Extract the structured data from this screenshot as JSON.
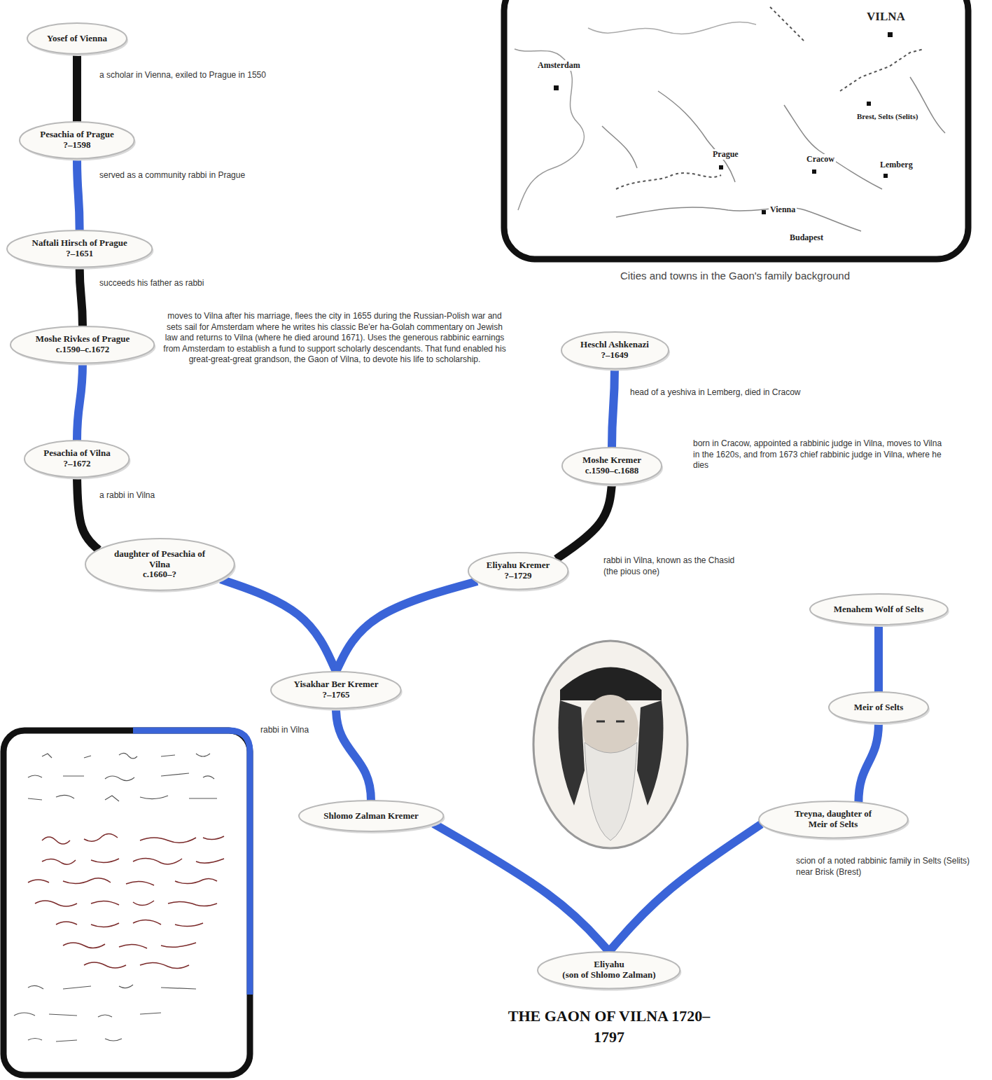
{
  "diagram": {
    "title": "THE GAON OF VILNA 1720–1797",
    "caption": "Cities and towns in the Gaon's family background",
    "nodes": [
      {
        "text": [
          "Yosef of Vienna"
        ]
      },
      {
        "text": [
          "Pesachia of Prague",
          "?–1598"
        ]
      },
      {
        "text": [
          "Naftali Hirsch of Prague",
          "?–1651"
        ]
      },
      {
        "text": [
          "Moshe Rivkes of Prague",
          "c.1590–c.1672"
        ]
      },
      {
        "text": [
          "Pesachia of Vilna",
          "?–1672"
        ]
      },
      {
        "text": [
          "daughter of Pesachia of Vilna",
          "c.1660–?"
        ]
      },
      {
        "text": [
          "Heschl Ashkenazi",
          "?–1649"
        ]
      },
      {
        "text": [
          "Moshe Kremer",
          "c.1590–c.1688"
        ]
      },
      {
        "text": [
          "Eliyahu Kremer",
          "?–1729"
        ]
      },
      {
        "text": [
          "Yisakhar Ber Kremer",
          "?–1765"
        ]
      },
      {
        "text": [
          "Shlomo Zalman Kremer"
        ]
      },
      {
        "text": [
          "Menahem Wolf of Selts"
        ]
      },
      {
        "text": [
          "Meir of Selts"
        ]
      },
      {
        "text": [
          "Treyna, daughter of Meir of Selts"
        ]
      },
      {
        "text": [
          "Eliyahu",
          "(son of Shlomo Zalman)"
        ]
      }
    ],
    "edges": [
      {
        "from": 0,
        "to": 1,
        "arrow": "none",
        "label": "a scholar in Vienna, exiled to Prague in 1550"
      },
      {
        "from": 1,
        "to": 2,
        "arrow": "none",
        "label": "served as a community rabbi in Prague"
      },
      {
        "from": 2,
        "to": 3,
        "arrow": "none",
        "label": "succeeds his father as rabbi"
      },
      {
        "from": 3,
        "to": 4,
        "arrow": "none",
        "label": "moves to Vilna after his marriage, flees the city in 1655 during the Russian-Polish war and sets sail for Amsterdam where he writes his classic Be'er ha-Golah commentary on Jewish law and returns to Vilna (where he died around 1671). Uses the generous rabbinic earnings from Amsterdam to establish a fund to support scholarly descendants. That fund enabled his great-great-great grandson, the Gaon of Vilna, to devote his life to scholarship."
      },
      {
        "from": 4,
        "to": 5,
        "arrow": "none",
        "label": "a rabbi in Vilna"
      },
      {
        "from": 6,
        "to": 7,
        "arrow": "none",
        "label": "head of a yeshiva in Lemberg, died in Cracow"
      },
      {
        "from": 7,
        "to": 8,
        "arrow": "none",
        "label": "born in Cracow, appointed a rabbinic judge in Vilna, moves to Vilna in the 1620s, and from 1673 chief rabbinic judge in Vilna, where he dies"
      },
      {
        "from": 5,
        "to": 9,
        "arrow": "none"
      },
      {
        "from": 8,
        "to": 9,
        "arrow": "none"
      },
      {
        "from": 9,
        "to": 10,
        "arrow": "none",
        "label": "rabbi in Vilna"
      },
      {
        "from": 11,
        "to": 12,
        "arrow": "none"
      },
      {
        "from": 12,
        "to": 13,
        "arrow": "none"
      },
      {
        "from": 10,
        "to": 14,
        "arrow": "none"
      },
      {
        "from": 13,
        "to": 14,
        "arrow": "none"
      }
    ],
    "labels": [
      "rabbi in Vilna, known as the Chasid (the pious one)",
      "scion of a noted rabbinic family in Selts (Selits) near Brisk (Brest)",
      "VILNA",
      "Amsterdam",
      "Brest, Selts (Selits)",
      "Prague",
      "Cracow",
      "Lemberg",
      "Vienna",
      "Budapest"
    ]
  }
}
